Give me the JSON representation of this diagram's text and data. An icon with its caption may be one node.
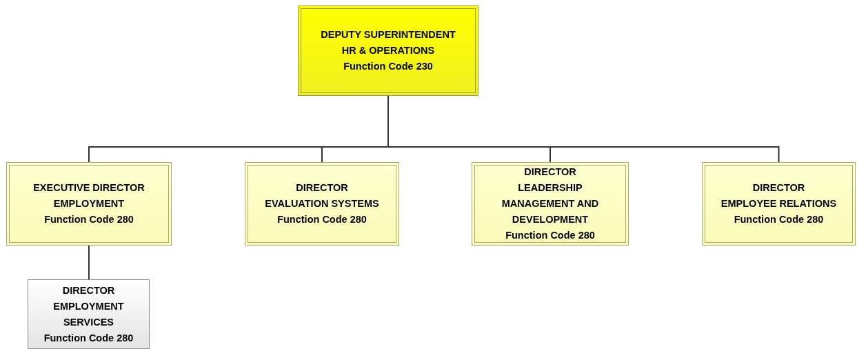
{
  "diagram": {
    "nodes": [
      {
        "text": [
          "DEPUTY SUPERINTENDENT",
          "HR & OPERATIONS",
          "Function Code 230"
        ]
      },
      {
        "text": [
          "EXECUTIVE DIRECTOR",
          "EMPLOYMENT",
          "Function Code 280"
        ]
      },
      {
        "text": [
          "DIRECTOR",
          "EVALUATION SYSTEMS",
          "Function Code 280"
        ]
      },
      {
        "text": [
          "DIRECTOR",
          "LEADERSHIP",
          "MANAGEMENT AND",
          "DEVELOPMENT",
          "Function Code 280"
        ]
      },
      {
        "text": [
          "DIRECTOR",
          "EMPLOYEE RELATIONS",
          "Function Code 280"
        ]
      },
      {
        "text": [
          "DIRECTOR",
          "EMPLOYMENT",
          "SERVICES",
          "Function Code 280"
        ]
      }
    ],
    "edges": [
      {
        "from": 0,
        "to": 1,
        "arrow": "none"
      },
      {
        "from": 0,
        "to": 2,
        "arrow": "none"
      },
      {
        "from": 0,
        "to": 3,
        "arrow": "none"
      },
      {
        "from": 0,
        "to": 4,
        "arrow": "none"
      },
      {
        "from": 1,
        "to": 5,
        "arrow": "none"
      }
    ]
  }
}
